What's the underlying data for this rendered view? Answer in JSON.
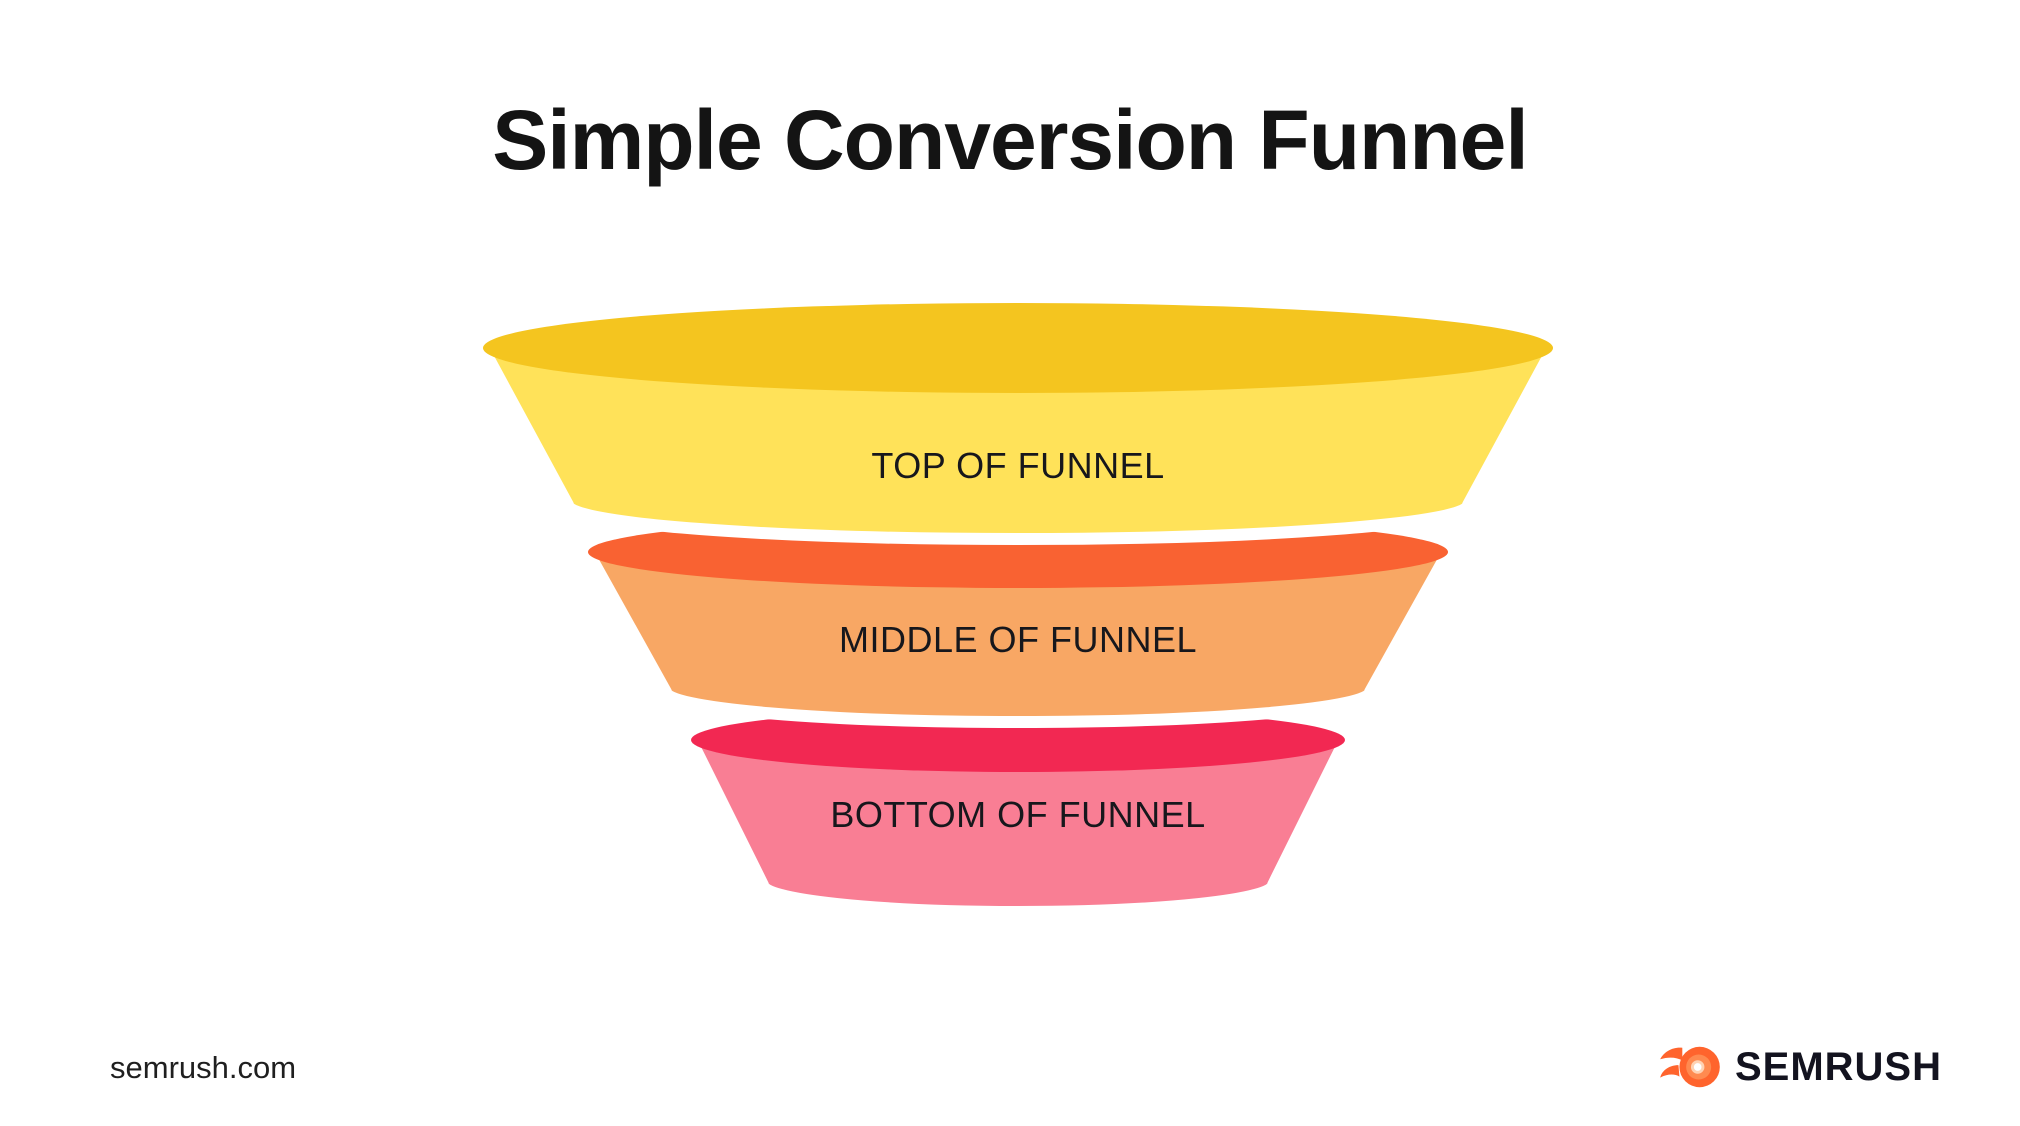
{
  "title": "Simple Conversion Funnel",
  "funnel": {
    "label_color": "#17171C",
    "stages": [
      {
        "label": "TOP OF FUNNEL",
        "rim_color": "#F4C51F",
        "body_color": "#FFE259"
      },
      {
        "label": "MIDDLE OF FUNNEL",
        "rim_color": "#F96232",
        "body_color": "#F8A764"
      },
      {
        "label": "BOTTOM OF FUNNEL",
        "rim_color": "#F22852",
        "body_color": "#F97E94"
      }
    ]
  },
  "footer": {
    "website": "semrush.com",
    "brand_name": "SEMRUSH",
    "brand_color": "#FF642D"
  }
}
